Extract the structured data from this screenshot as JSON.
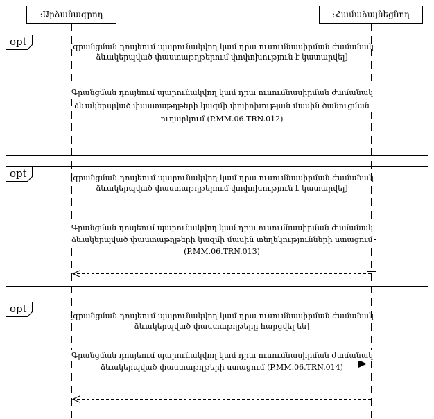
{
  "colors": {
    "line": "#000000",
    "background": "#ffffff"
  },
  "actors": [
    {
      "name": ":Արձանագրող"
    },
    {
      "name": ":Համաձայնեցնող"
    }
  ],
  "fragments": [
    {
      "operator": "opt",
      "guard_lines": [
        "[գրանցման դոսյեում պարունակվող կամ դրա ուսումնասիրման ժամանակ",
        "ձևակերպված փաստաթղթերում փոփոխություն է կատարվել]"
      ],
      "message_lines": [
        "Գրանցման դոսյեում պարունակվող կամ դրա ուսումնասիրման ժամանակ",
        "ձևակերպված փաստաթղթերի կազմի փոփոխության մասին ծանուցման",
        "ուղարկում (P.MM.06.TRN.012)"
      ]
    },
    {
      "operator": "opt",
      "guard_lines": [
        "[գրանցման դոսյեում պարունակվող կամ դրա ուսումնասիրման ժամանակ",
        "ձևակերպված փաստաթղթերում փոփոխություն է կատարվել]"
      ],
      "message_lines": [
        "Գրանցման դոսյեում պարունակվող կամ դրա ուսումնասիրման ժամանակ",
        "ձևակերպված փաստաթղթերի կազմի մասին տեղեկությունների ստացում",
        "(P.MM.06.TRN.013)"
      ]
    },
    {
      "operator": "opt",
      "guard_lines": [
        "[գրանցման դոսյեում պարունակվող կամ դրա ուսումնասիրման ժամանակ",
        "ձևակերպված փաստաթղթերը հարցվել են]"
      ],
      "message_lines": [
        "Գրանցման դոսյեում պարունակվող կամ դրա ուսումնասիրման ժամանակ",
        "ձևակերպված փաստաթղթերի ստացում (P.MM.06.TRN.014)"
      ]
    }
  ]
}
